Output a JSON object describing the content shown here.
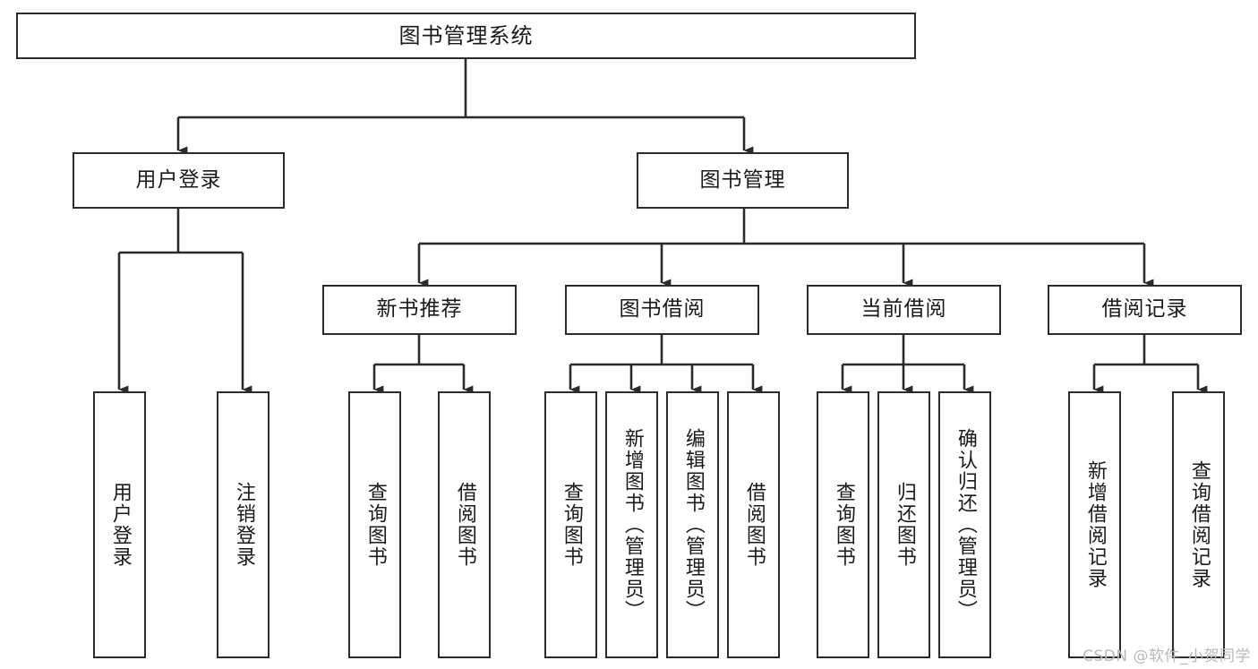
{
  "diagram": {
    "title": "图书管理系统",
    "type": "tree-hierarchy",
    "watermark": "CSDN @软件_小贺同学",
    "colors": {
      "box_border": "#2b2b2b",
      "box_fill": "#ffffff",
      "connector": "#2b2b2b",
      "text": "#1a1a1a",
      "watermark": "#b9b9b9"
    },
    "root": {
      "label": "图书管理系统"
    },
    "level2": [
      {
        "label": "用户登录"
      },
      {
        "label": "图书管理"
      }
    ],
    "level3": [
      {
        "label": "新书推荐"
      },
      {
        "label": "图书借阅"
      },
      {
        "label": "当前借阅"
      },
      {
        "label": "借阅记录"
      }
    ],
    "leaves": {
      "user_login": [
        {
          "label": "用户登录"
        },
        {
          "label": "注销登录"
        }
      ],
      "new_book_recommend": [
        {
          "label": "查询图书"
        },
        {
          "label": "借阅图书"
        }
      ],
      "book_borrow": [
        {
          "label": "查询图书"
        },
        {
          "label": "新增图书（管理员）"
        },
        {
          "label": "编辑图书（管理员）"
        },
        {
          "label": "借阅图书"
        }
      ],
      "current_borrow": [
        {
          "label": "查询图书"
        },
        {
          "label": "归还图书"
        },
        {
          "label": "确认归还（管理员）"
        }
      ],
      "borrow_record": [
        {
          "label": "新增借阅记录"
        },
        {
          "label": "查询借阅记录"
        }
      ]
    }
  }
}
